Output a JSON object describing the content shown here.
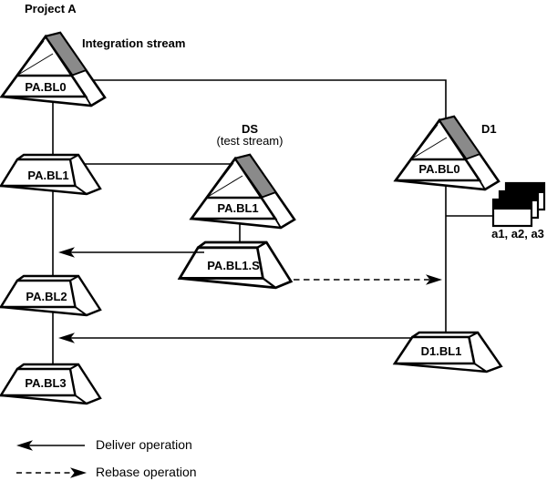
{
  "project": {
    "title": "Project A"
  },
  "streams": {
    "integration": {
      "name": "Integration stream",
      "foundation_baseline": "PA.BL0"
    },
    "ds": {
      "name": "DS",
      "subtitle": "(test stream)",
      "foundation_baseline": "PA.BL1"
    },
    "d1": {
      "name": "D1",
      "foundation_baseline": "PA.BL0"
    }
  },
  "baselines": {
    "pa_bl1": "PA.BL1",
    "pa_bl2": "PA.BL2",
    "pa_bl3": "PA.BL3",
    "pa_bl1_s": "PA.BL1.S",
    "d1_bl1": "D1.BL1"
  },
  "activities": {
    "label": "a1, a2, a3"
  },
  "legend": {
    "deliver": "Deliver operation",
    "rebase": "Rebase operation"
  },
  "colors": {
    "background": "#ffffff",
    "line": "#000000",
    "pyramid_side_gray": "#8a8a8a"
  }
}
